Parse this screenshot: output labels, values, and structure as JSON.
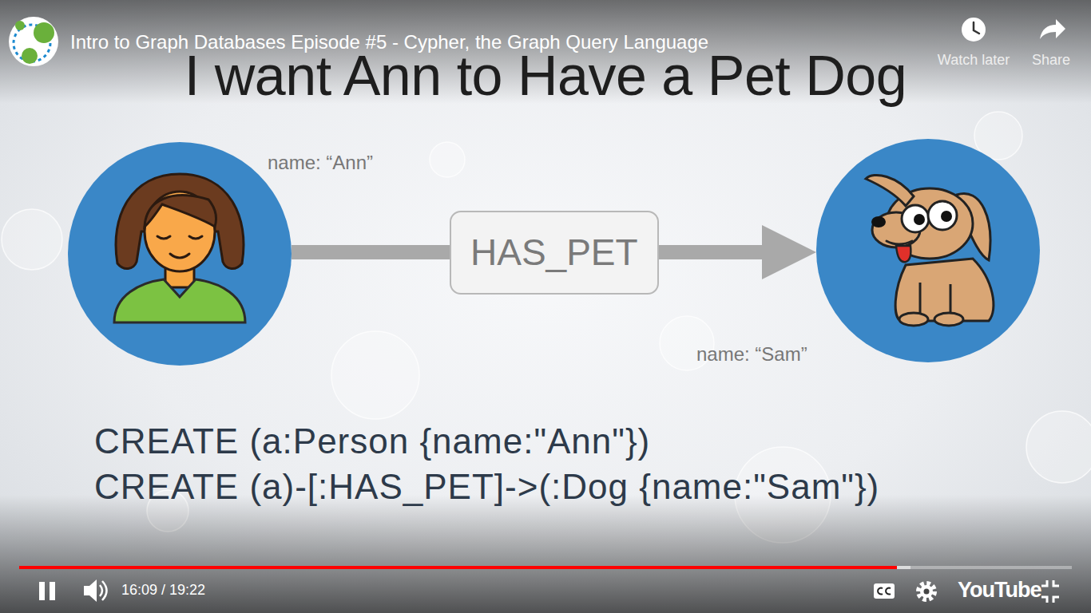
{
  "diagram": {
    "title": "I want Ann to Have a Pet Dog",
    "nodes": [
      {
        "text": [
          "name: “Ann”"
        ]
      },
      {
        "text": [
          "name: “Sam”"
        ]
      }
    ],
    "edges": [
      {
        "from": 0,
        "to": 1,
        "arrow": "to",
        "label": "HAS_PET"
      }
    ],
    "labels": [
      "Intro to Graph Databases Episode #5 - Cypher, the Graph Query Language",
      "Watch later",
      "Share",
      "CREATE (a:Person {name:\"Ann\"})",
      "CREATE (a)-[:HAS_PET]->(:Dog {name:\"Sam\"})",
      "16:09 / 19:22",
      "YouTube"
    ]
  }
}
